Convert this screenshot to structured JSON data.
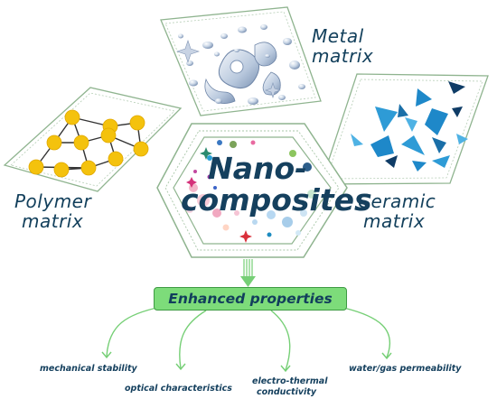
{
  "center": {
    "line1": "Nano-",
    "line2": "composites"
  },
  "matrices": {
    "metal": {
      "line1": "Metal",
      "line2": "matrix"
    },
    "polymer": {
      "line1": "Polymer",
      "line2": "matrix"
    },
    "ceramic": {
      "line1": "Ceramic",
      "line2": "matrix"
    }
  },
  "banner": {
    "label": "Enhanced properties"
  },
  "properties": {
    "mechanical": "mechanical stability",
    "optical": "optical characteristics",
    "electro_line1": "electro-thermal",
    "electro_line2": "conductivity",
    "permeability": "water/gas permeability"
  },
  "colors": {
    "frame": "#8fb48f",
    "arrow": "#76cf76",
    "text": "#13405c",
    "polymer_node": "#f4c20d",
    "ceramic": "#1e88c9"
  }
}
